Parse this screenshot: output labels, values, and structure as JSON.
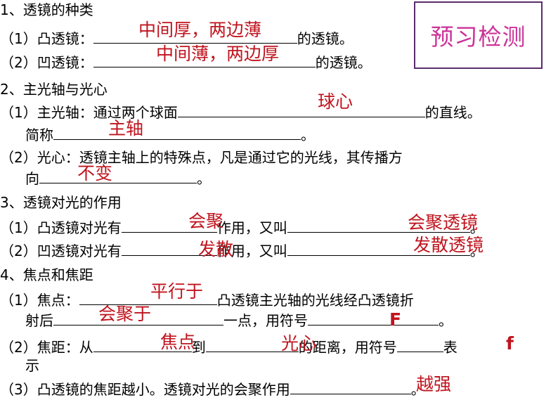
{
  "colors": {
    "answer": "#c0141e",
    "badge_text": "#cc3399",
    "badge_border": "#5a2d6e"
  },
  "badge": {
    "label": "预习检测"
  },
  "section1": {
    "heading": "1、透镜的种类",
    "convex": {
      "prefix": "（1）凸透镜：",
      "suffix": "的透镜。",
      "answer": "中间厚，两边薄"
    },
    "concave": {
      "prefix": "（2）凹透镜：",
      "suffix": "的透镜。",
      "answer": "中间薄，两边厚"
    }
  },
  "section2": {
    "heading": "2、主光轴与光心",
    "axis": {
      "prefix": "（1）主光轴：通过两个球面",
      "suffix": "的直线。",
      "answer": "球心"
    },
    "short": {
      "prefix": "简称",
      "suffix": "。",
      "answer": "主轴"
    },
    "center": {
      "line1": "（2）光心：透镜主轴上的特殊点，凡是通过它的光线，其传播方",
      "prefix": "向",
      "suffix": "。",
      "answer": "不变"
    }
  },
  "section3": {
    "heading": "3、透镜对光的作用",
    "convex": {
      "prefix": "（1）凸透镜对光有",
      "middle": "作用，又叫",
      "suffix": "。",
      "answer1": "会聚",
      "answer2": "会聚透镜"
    },
    "concave": {
      "prefix": "（2）凹透镜对光有",
      "middle": "作用，又叫",
      "suffix": "。",
      "answer1": "发散",
      "answer2": "发散透镜"
    }
  },
  "section4": {
    "heading": "4、焦点和焦距",
    "focus": {
      "prefix": "（1）焦点：",
      "middle": "凸透镜主光轴的光线经凸透镜折",
      "prefix2": "射后",
      "middle2": "一点，用符号",
      "suffix2": "。",
      "answer1": "平行于",
      "answer2": "会聚于",
      "answer3": "F"
    },
    "focal": {
      "prefix": "（2）焦距：从",
      "middle": "到",
      "middle2": "的距离，用符号",
      "suffix": "表",
      "line2": "示",
      "answer1": "焦点",
      "answer2": "光心",
      "answer3": "f"
    },
    "strength": {
      "prefix": "（3）凸透镜的焦距越小。透镜对光的会聚作用",
      "suffix": "。",
      "answer": "越强"
    }
  }
}
